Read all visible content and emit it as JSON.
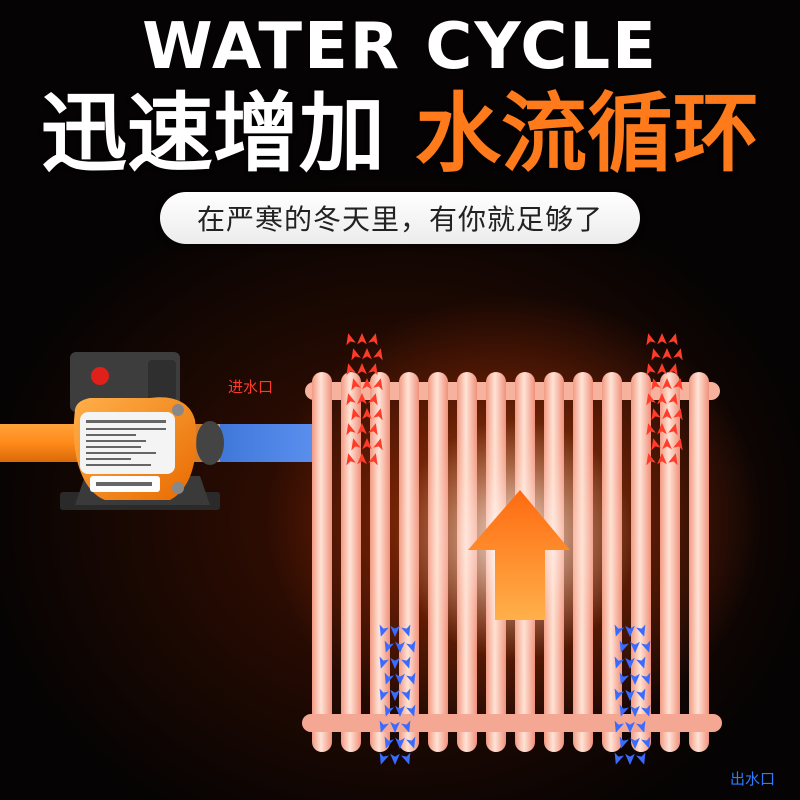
{
  "heading": {
    "en": "WATER CYCLE",
    "cn_part1": "迅速增加",
    "cn_part2": "水流循环"
  },
  "subtitle": "在严寒的冬天里，有你就足够了",
  "labels": {
    "inlet": "进水口",
    "outlet": "出水口"
  },
  "colors": {
    "accent": "#ff7a1a",
    "inlet_label": "#ff3a2a",
    "outlet_label": "#2d7bff",
    "hot_arrow": "#ff3b2a",
    "cold_arrow": "#3a6bff"
  },
  "icons": {
    "flow_up": "big-up-arrow-icon",
    "hot_flow": "red-arrow-icon",
    "cold_flow": "blue-arrow-icon"
  }
}
